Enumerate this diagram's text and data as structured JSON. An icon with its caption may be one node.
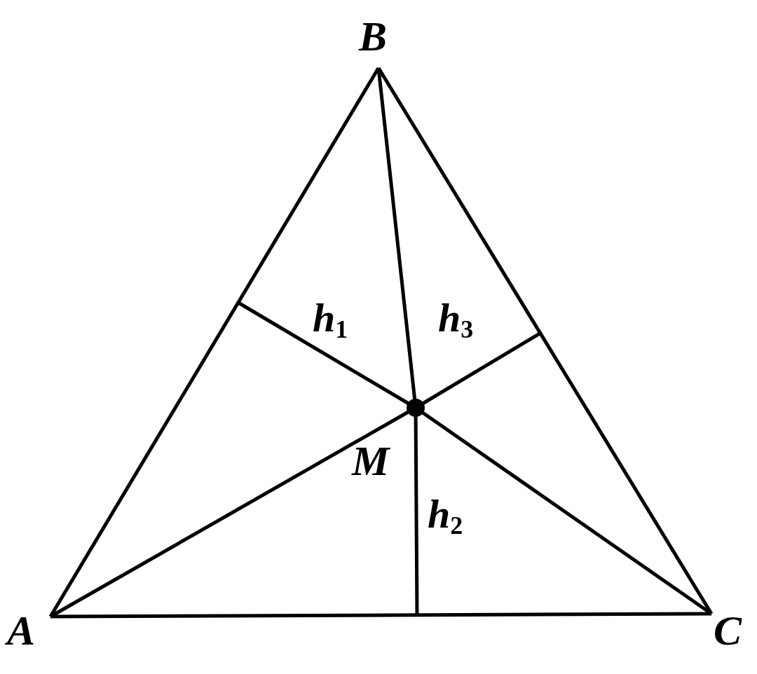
{
  "diagram": {
    "nodes": [
      {
        "text": [
          "A"
        ]
      },
      {
        "text": [
          "B"
        ]
      },
      {
        "text": [
          "C"
        ]
      },
      {
        "text": [
          "M"
        ]
      }
    ],
    "edges": [
      {
        "from": 0,
        "to": 1,
        "arrow": "none"
      },
      {
        "from": 1,
        "to": 2,
        "arrow": "none"
      },
      {
        "from": 0,
        "to": 2,
        "arrow": "none"
      },
      {
        "from": 3,
        "to": 0,
        "arrow": "none"
      },
      {
        "from": 3,
        "to": 1,
        "arrow": "none"
      },
      {
        "from": 3,
        "to": 2,
        "arrow": "none"
      },
      {
        "from": 3,
        "to": null,
        "arrow": "none",
        "label": "h$_{1}$"
      },
      {
        "from": 3,
        "to": null,
        "arrow": "none",
        "label": "h$_{2}$"
      },
      {
        "from": 3,
        "to": null,
        "arrow": "none",
        "label": "h$_{3}$"
      }
    ]
  }
}
